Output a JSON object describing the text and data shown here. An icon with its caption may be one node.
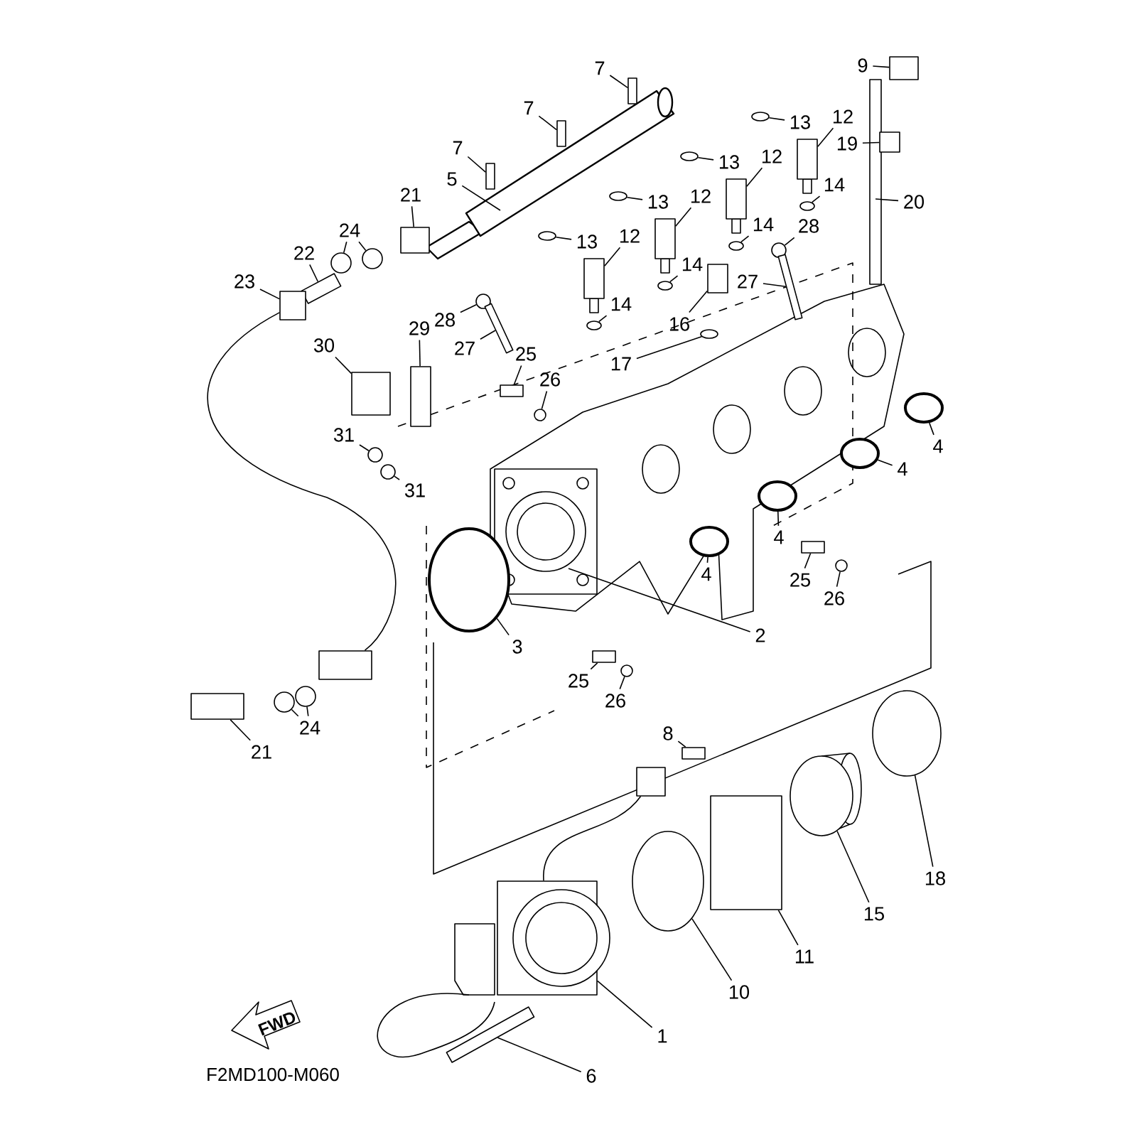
{
  "diagram": {
    "nodes": [
      {
        "text": [
          "9"
        ]
      },
      {
        "text": [
          "7"
        ]
      },
      {
        "text": [
          "7"
        ]
      },
      {
        "text": [
          "7"
        ]
      },
      {
        "text": [
          "5"
        ]
      },
      {
        "text": [
          "13"
        ]
      },
      {
        "text": [
          "12"
        ]
      },
      {
        "text": [
          "19"
        ]
      },
      {
        "text": [
          "13"
        ]
      },
      {
        "text": [
          "12"
        ]
      },
      {
        "text": [
          "14"
        ]
      },
      {
        "text": [
          "21"
        ]
      },
      {
        "text": [
          "20"
        ]
      },
      {
        "text": [
          "13"
        ]
      },
      {
        "text": [
          "12"
        ]
      },
      {
        "text": [
          "14"
        ]
      },
      {
        "text": [
          "24"
        ]
      },
      {
        "text": [
          "28"
        ]
      },
      {
        "text": [
          "13"
        ]
      },
      {
        "text": [
          "12"
        ]
      },
      {
        "text": [
          "14"
        ]
      },
      {
        "text": [
          "22"
        ]
      },
      {
        "text": [
          "23"
        ]
      },
      {
        "text": [
          "27"
        ]
      },
      {
        "text": [
          "14"
        ]
      },
      {
        "text": [
          "16"
        ]
      },
      {
        "text": [
          "28"
        ]
      },
      {
        "text": [
          "29"
        ]
      },
      {
        "text": [
          "27"
        ]
      },
      {
        "text": [
          "25"
        ]
      },
      {
        "text": [
          "30"
        ]
      },
      {
        "text": [
          "17"
        ]
      },
      {
        "text": [
          "26"
        ]
      },
      {
        "text": [
          "31"
        ]
      },
      {
        "text": [
          "4"
        ]
      },
      {
        "text": [
          "4"
        ]
      },
      {
        "text": [
          "31"
        ]
      },
      {
        "text": [
          "4"
        ]
      },
      {
        "text": [
          "4"
        ]
      },
      {
        "text": [
          "25"
        ]
      },
      {
        "text": [
          "26"
        ]
      },
      {
        "text": [
          "2"
        ]
      },
      {
        "text": [
          "3"
        ]
      },
      {
        "text": [
          "25"
        ]
      },
      {
        "text": [
          "26"
        ]
      },
      {
        "text": [
          "24"
        ]
      },
      {
        "text": [
          "8"
        ]
      },
      {
        "text": [
          "21"
        ]
      },
      {
        "text": [
          "18"
        ]
      },
      {
        "text": [
          "15"
        ]
      },
      {
        "text": [
          "11"
        ]
      },
      {
        "text": [
          "10"
        ]
      },
      {
        "text": [
          "1"
        ]
      },
      {
        "text": [
          "6"
        ]
      },
      {
        "text": [],
        "shape": "box"
      },
      {
        "text": [],
        "shape": "box"
      },
      {
        "text": [],
        "shape": "box"
      },
      {
        "text": [],
        "shape": "box"
      },
      {
        "text": [],
        "shape": "ellipse"
      },
      {
        "text": [],
        "shape": "box"
      },
      {
        "text": [],
        "shape": "box"
      },
      {
        "text": [],
        "shape": "ellipse"
      },
      {
        "text": [],
        "shape": "box"
      },
      {
        "text": [],
        "shape": "ellipse"
      },
      {
        "text": [],
        "shape": "box"
      },
      {
        "text": [],
        "shape": "ellipse"
      },
      {
        "text": [],
        "shape": "box"
      },
      {
        "text": [],
        "shape": "ellipse"
      },
      {
        "text": [],
        "shape": "circle"
      },
      {
        "text": [],
        "shape": "circle"
      },
      {
        "text": [],
        "shape": "circle"
      },
      {
        "text": [],
        "shape": "ellipse"
      },
      {
        "text": [],
        "shape": "box"
      },
      {
        "text": [],
        "shape": "ellipse"
      },
      {
        "text": [],
        "shape": "box"
      },
      {
        "text": [],
        "shape": "box"
      },
      {
        "text": [],
        "shape": "box"
      },
      {
        "text": [],
        "shape": "ellipse"
      },
      {
        "text": [],
        "shape": "box"
      },
      {
        "text": [],
        "shape": "circle"
      },
      {
        "text": [],
        "shape": "box"
      },
      {
        "text": [],
        "shape": "box"
      },
      {
        "text": [],
        "shape": "box"
      },
      {
        "text": [],
        "shape": "box"
      },
      {
        "text": [],
        "shape": "ellipse"
      },
      {
        "text": [],
        "shape": "circle"
      },
      {
        "text": [],
        "shape": "circle"
      },
      {
        "text": [],
        "shape": "ellipse"
      },
      {
        "text": [],
        "shape": "ellipse"
      },
      {
        "text": [],
        "shape": "circle"
      },
      {
        "text": [],
        "shape": "ellipse"
      },
      {
        "text": [],
        "shape": "ellipse"
      },
      {
        "text": [],
        "shape": "box"
      },
      {
        "text": [],
        "shape": "circle"
      },
      {
        "text": [],
        "shape": "ellipse"
      },
      {
        "text": [],
        "shape": "box"
      },
      {
        "text": [],
        "shape": "circle"
      },
      {
        "text": [],
        "shape": "circle"
      },
      {
        "text": [],
        "shape": "circle"
      },
      {
        "text": [],
        "shape": "box"
      },
      {
        "text": [],
        "shape": "box"
      },
      {
        "text": [],
        "shape": "ellipse"
      },
      {
        "text": [],
        "shape": "ellipse"
      },
      {
        "text": [],
        "shape": "box"
      },
      {
        "text": [],
        "shape": "ellipse"
      },
      {
        "text": [],
        "shape": "box"
      },
      {
        "text": [],
        "shape": "box"
      },
      {
        "text": [],
        "shape": "box"
      },
      {
        "text": [],
        "shape": "box"
      }
    ],
    "edges": [
      {
        "from": 0,
        "to": 54,
        "arrow": "none"
      },
      {
        "from": 1,
        "to": 55,
        "arrow": "none"
      },
      {
        "from": 2,
        "to": 56,
        "arrow": "none"
      },
      {
        "from": 3,
        "to": 57,
        "arrow": "none"
      },
      {
        "from": 4,
        "to": null,
        "arrow": "none"
      },
      {
        "from": 5,
        "to": 58,
        "arrow": "none"
      },
      {
        "from": 6,
        "to": 59,
        "arrow": "none"
      },
      {
        "from": 7,
        "to": 60,
        "arrow": "none"
      },
      {
        "from": 8,
        "to": 61,
        "arrow": "none"
      },
      {
        "from": 9,
        "to": 62,
        "arrow": "none"
      },
      {
        "from": 10,
        "to": 63,
        "arrow": "none"
      },
      {
        "from": 11,
        "to": 64,
        "arrow": "none"
      },
      {
        "from": 12,
        "to": null,
        "arrow": "none"
      },
      {
        "from": 13,
        "to": 65,
        "arrow": "none"
      },
      {
        "from": 14,
        "to": 66,
        "arrow": "none"
      },
      {
        "from": 15,
        "to": 67,
        "arrow": "none"
      },
      {
        "from": 16,
        "to": 68,
        "arrow": "none"
      },
      {
        "from": 16,
        "to": 69,
        "arrow": "none"
      },
      {
        "from": 17,
        "to": 70,
        "arrow": "none"
      },
      {
        "from": 18,
        "to": 71,
        "arrow": "none"
      },
      {
        "from": 19,
        "to": 72,
        "arrow": "none"
      },
      {
        "from": 20,
        "to": 73,
        "arrow": "none"
      },
      {
        "from": 21,
        "to": 74,
        "arrow": "none"
      },
      {
        "from": 22,
        "to": 75,
        "arrow": "none"
      },
      {
        "from": 23,
        "to": 76,
        "arrow": "none"
      },
      {
        "from": 24,
        "to": 77,
        "arrow": "none"
      },
      {
        "from": 25,
        "to": 78,
        "arrow": "none"
      },
      {
        "from": 26,
        "to": 79,
        "arrow": "none"
      },
      {
        "from": 27,
        "to": 80,
        "arrow": "none"
      },
      {
        "from": 28,
        "to": 81,
        "arrow": "none"
      },
      {
        "from": 29,
        "to": 82,
        "arrow": "none"
      },
      {
        "from": 30,
        "to": 83,
        "arrow": "none"
      },
      {
        "from": 31,
        "to": 84,
        "arrow": "none"
      },
      {
        "from": 32,
        "to": 85,
        "arrow": "none"
      },
      {
        "from": 33,
        "to": 86,
        "arrow": "none"
      },
      {
        "from": 34,
        "to": 87,
        "arrow": "none"
      },
      {
        "from": 35,
        "to": 88,
        "arrow": "none"
      },
      {
        "from": 36,
        "to": 89,
        "arrow": "none"
      },
      {
        "from": 37,
        "to": 90,
        "arrow": "none"
      },
      {
        "from": 38,
        "to": 91,
        "arrow": "none"
      },
      {
        "from": 39,
        "to": 92,
        "arrow": "none"
      },
      {
        "from": 40,
        "to": 93,
        "arrow": "none"
      },
      {
        "from": 41,
        "to": null,
        "arrow": "none"
      },
      {
        "from": 42,
        "to": 94,
        "arrow": "none"
      },
      {
        "from": 43,
        "to": 95,
        "arrow": "none"
      },
      {
        "from": 44,
        "to": 96,
        "arrow": "none"
      },
      {
        "from": 45,
        "to": 97,
        "arrow": "none"
      },
      {
        "from": 45,
        "to": 98,
        "arrow": "none"
      },
      {
        "from": 46,
        "to": 99,
        "arrow": "none"
      },
      {
        "from": 47,
        "to": 100,
        "arrow": "none"
      },
      {
        "from": 48,
        "to": 101,
        "arrow": "none"
      },
      {
        "from": 49,
        "to": 102,
        "arrow": "none"
      },
      {
        "from": 50,
        "to": 103,
        "arrow": "none"
      },
      {
        "from": 51,
        "to": 104,
        "arrow": "none"
      },
      {
        "from": 52,
        "to": 108,
        "arrow": "none"
      },
      {
        "from": 53,
        "to": 105,
        "arrow": "none"
      },
      {
        "from": 75,
        "to": 106,
        "arrow": "none"
      },
      {
        "from": 108,
        "to": 107,
        "arrow": "none"
      }
    ],
    "labels": [
      "FWD",
      "F2MD100-M060"
    ]
  }
}
